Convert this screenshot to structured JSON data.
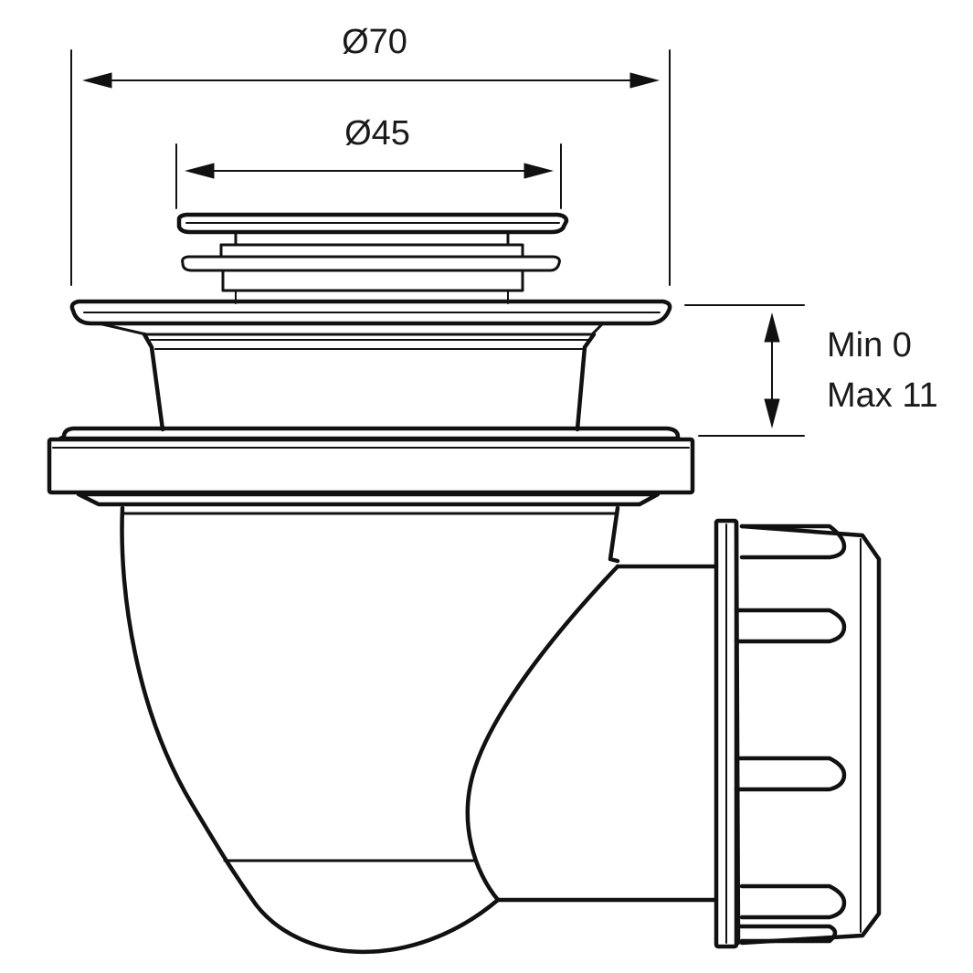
{
  "dimensions": {
    "outer_diameter": "Ø70",
    "inner_diameter": "Ø45",
    "thickness_min": "Min 0",
    "thickness_max": "Max 11"
  },
  "colors": {
    "line": "#111111",
    "background": "#ffffff"
  }
}
